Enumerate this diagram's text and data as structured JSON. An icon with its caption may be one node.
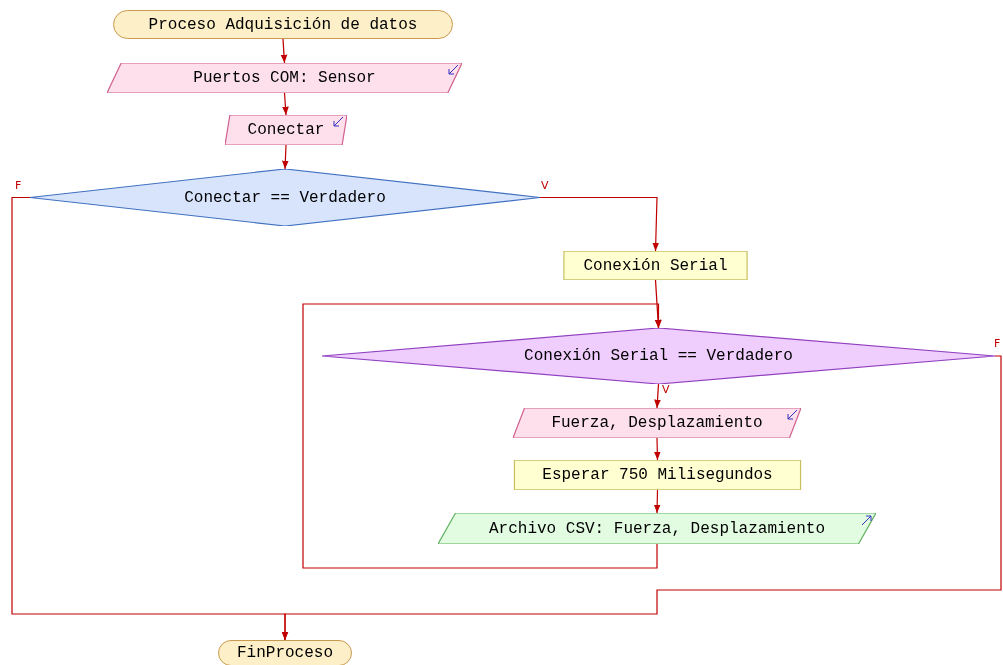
{
  "diagram": {
    "nodes": [
      {
        "text": [
          "Proceso Adquisición de datos"
        ]
      },
      {
        "text": [
          "Puertos COM: Sensor"
        ]
      },
      {
        "text": [
          "Conectar"
        ]
      },
      {
        "text": [
          "Conectar == Verdadero"
        ]
      },
      {
        "text": [
          "Conexión Serial"
        ]
      },
      {
        "text": [
          "Conexión Serial == Verdadero"
        ]
      },
      {
        "text": [
          "Fuerza, Desplazamiento"
        ]
      },
      {
        "text": [
          "Esperar 750 Milisegundos"
        ]
      },
      {
        "text": [
          "Archivo CSV: Fuerza, Desplazamiento"
        ]
      },
      {
        "text": [
          "FinProceso"
        ]
      }
    ],
    "edges": [
      {
        "from": 0,
        "to": 1,
        "arrow": "to"
      },
      {
        "from": 1,
        "to": 2,
        "arrow": "to"
      },
      {
        "from": 2,
        "to": 3,
        "arrow": "to"
      },
      {
        "from": 3,
        "to": 4,
        "arrow": "to",
        "label": "V"
      },
      {
        "from": 3,
        "to": 9,
        "arrow": "to",
        "label": "F"
      },
      {
        "from": 4,
        "to": 5,
        "arrow": "to"
      },
      {
        "from": 5,
        "to": 6,
        "arrow": "to",
        "label": "V"
      },
      {
        "from": 6,
        "to": 7,
        "arrow": "to"
      },
      {
        "from": 7,
        "to": 8,
        "arrow": "to"
      },
      {
        "from": 8,
        "to": 5,
        "arrow": "to"
      },
      {
        "from": 5,
        "to": 9,
        "arrow": "to",
        "label": "F"
      }
    ]
  }
}
